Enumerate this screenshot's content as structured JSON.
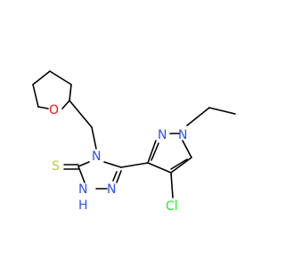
{
  "structure": {
    "atoms": {
      "o_ring": {
        "label": "O",
        "color": "#ff0d0d"
      },
      "n_ring": {
        "label": "N",
        "color": "#3050f8"
      },
      "s_thione": {
        "label": "S",
        "color": "#c6c633"
      },
      "nh": {
        "label": "NH",
        "label_n": "N",
        "label_h": "H",
        "color": "#3050f8"
      },
      "n_triazole": {
        "label": "N",
        "color": "#3050f8"
      },
      "n_pyrazole_a": {
        "label": "N",
        "color": "#3050f8"
      },
      "n_pyrazole_b": {
        "label": "N",
        "color": "#3050f8"
      },
      "cl": {
        "label": "Cl",
        "color": "#1ff01f"
      }
    },
    "bond_color": "#000000"
  }
}
